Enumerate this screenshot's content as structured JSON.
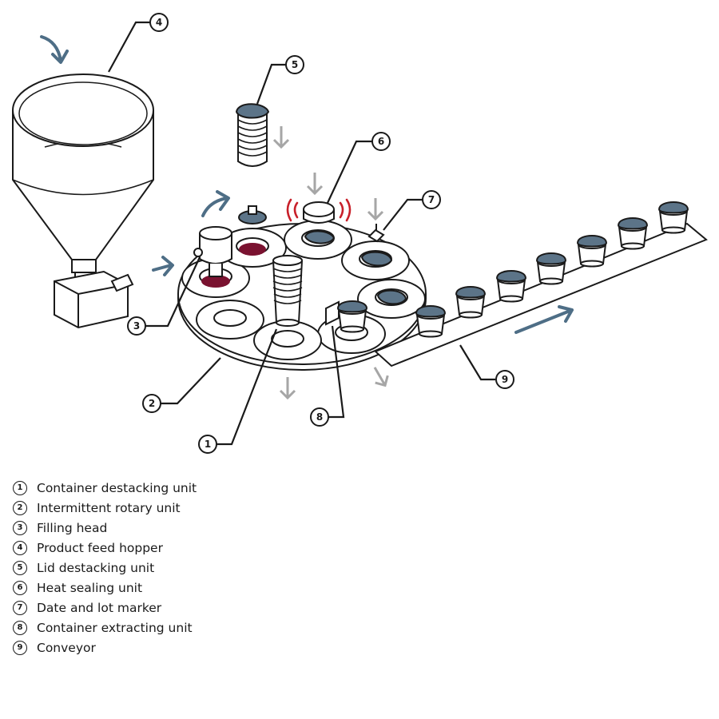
{
  "callouts": [
    {
      "num": "1",
      "label": "Container destacking unit"
    },
    {
      "num": "2",
      "label": "Intermittent rotary unit"
    },
    {
      "num": "3",
      "label": "Filling head"
    },
    {
      "num": "4",
      "label": "Product feed hopper"
    },
    {
      "num": "5",
      "label": "Lid destacking unit"
    },
    {
      "num": "6",
      "label": "Heat sealing unit"
    },
    {
      "num": "7",
      "label": "Date and lot marker"
    },
    {
      "num": "8",
      "label": "Container extracting unit"
    },
    {
      "num": "9",
      "label": "Conveyor"
    }
  ],
  "colors": {
    "outline": "#1a1a1a",
    "lid_blue": "#5c7488",
    "flow_arrow_blue": "#4e6e86",
    "process_arrow_gray": "#a6a6a6",
    "product_red": "#7a1230",
    "sealing_heat_red": "#c8202a"
  }
}
